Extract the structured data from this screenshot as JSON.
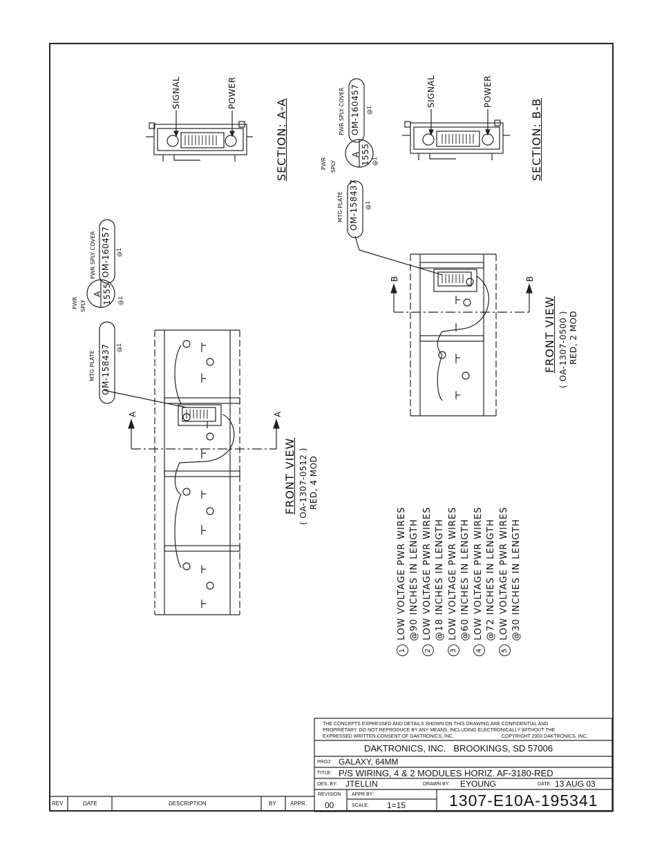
{
  "section_a": {
    "title": "SECTION: A-A",
    "signal": "SIGNAL",
    "power": "POWER"
  },
  "section_b": {
    "title": "SECTION: B-B",
    "signal": "SIGNAL",
    "power": "POWER"
  },
  "front_view_a": {
    "title": "FRONT VIEW",
    "part": "( OA-1307-0512 )",
    "desc": "RED, 4 MOD",
    "cut_mark": "A"
  },
  "front_view_b": {
    "title": "FRONT VIEW",
    "part": "( OA-1307-0500 )",
    "desc": "RED, 2 MOD",
    "cut_mark": "B"
  },
  "callout_a": {
    "mtg_plate_label": "MTG PLATE",
    "mtg_plate_part": "OM-158437",
    "mtg_plate_qty": "@1",
    "pwr_sply_label_1": "PWR",
    "pwr_sply_label_2": "SPLY",
    "pwr_sply_letter": "A",
    "pwr_sply_num": "1555",
    "pwr_sply_qty": "@1",
    "cover_label": "PWR SPLY COVER",
    "cover_part": "OM-160457",
    "cover_qty": "@1"
  },
  "callout_b": {
    "mtg_plate_label": "MTG PLATE",
    "mtg_plate_part": "OM-158437",
    "mtg_plate_qty": "@1",
    "pwr_sply_label_1": "PWR",
    "pwr_sply_label_2": "SPLY",
    "pwr_sply_letter": "A",
    "pwr_sply_num": "1555",
    "pwr_sply_qty": "@1",
    "cover_label": "PWR SPLY COVER",
    "cover_part": "OM-160457",
    "cover_qty": "@1"
  },
  "wire_notes": [
    {
      "num": "1",
      "line1": "LOW VOLTAGE PWR WIRES",
      "line2": "@90 INCHES IN LENGTH"
    },
    {
      "num": "2",
      "line1": "LOW VOLTAGE PWR WIRES",
      "line2": "@18 INCHES IN LENGTH"
    },
    {
      "num": "3",
      "line1": "LOW VOLTAGE PWR WIRES",
      "line2": "@60 INCHES IN LENGTH"
    },
    {
      "num": "4",
      "line1": "LOW VOLTAGE PWR WIRES",
      "line2": "@72 INCHES IN LENGTH"
    },
    {
      "num": "5",
      "line1": "LOW VOLTAGE PWR WIRES",
      "line2": "@30 INCHES IN LENGTH"
    }
  ],
  "title_block": {
    "confidential_1": "THE CONCEPTS EXPRESSED AND DETAILS SHOWN ON THIS DRAWING ARE CONFIDENTIAL AND",
    "confidential_2": "PROPRIETARY. DO NOT REPRODUCE BY ANY MEANS, INCLUDING ELECTRONICALLY WITHOUT THE",
    "confidential_3": "EXPRESSED WRITTEN CONSENT OF DAKTRONICS, INC.",
    "copyright": "COPYRIGHT 2003 DAKTRONICS, INC.",
    "company": "DAKTRONICS, INC.   BROOKINGS, SD 57006",
    "proj_label": "PROJ:",
    "proj": "GALAXY, 64MM",
    "title_label": "TITLE:",
    "title": "P/S WIRING, 4 & 2 MODULES HORIZ. AF-3180-RED",
    "des_label": "DES. BY:",
    "des": "JTELLIN",
    "drawn_label": "DRAWN BY:",
    "drawn": "EYOUNG",
    "date_label": "DATE:",
    "date": "13 AUG 03",
    "revision_label": "REVISION",
    "revision": "00",
    "appr_label": "APPR BY:",
    "appr": "",
    "scale_label": "SCALE:",
    "scale": "1=15",
    "drawing_number": "1307-E10A-195341"
  },
  "revision_block": {
    "rev": "REV",
    "date": "DATE",
    "description": "DESCRIPTION",
    "by": "BY",
    "appr": "APPR."
  }
}
